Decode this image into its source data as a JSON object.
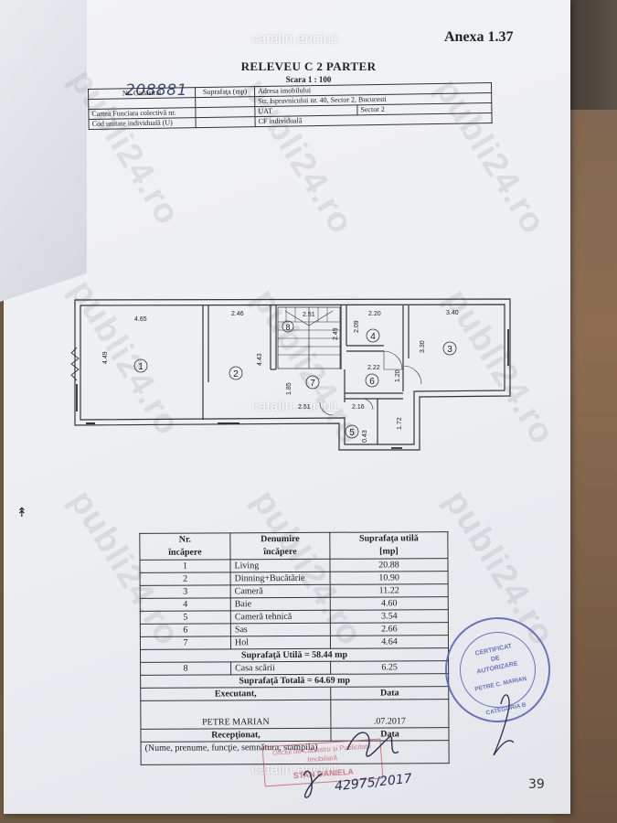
{
  "header": {
    "anexa": "Anexa 1.37",
    "title": "RELEVEU C 2 PARTER",
    "scale": "Scara 1 : 100",
    "handwritten_number": "208881"
  },
  "watermarks": {
    "user": "catalin.enciu1",
    "site": "publi24.ro"
  },
  "cadastral_table": {
    "nr_cadastral": "Nr. Cadastral",
    "suprafata": "Suprafaţa (mp)",
    "adresa_label": "Adresa imobilului",
    "adresa_value": "Str. Ispravnicului nr. 40, Sector 2, Bucuresti",
    "cf_colectiva": "Cartea Funciara colectivă nr.",
    "uat_label": "UAT",
    "uat_value": "Sector 2",
    "cod_unitate": "Cod unitate individuală (U)",
    "cf_individuala": "CF individuală"
  },
  "plan": {
    "dims": {
      "d1": "4.65",
      "d2": "2.46",
      "d3": "2.51",
      "d4": "2.20",
      "d5": "3.40",
      "d6": "4.49",
      "d7": "4.43",
      "d8": "2.49",
      "d9": "2.09",
      "d10": "3.30",
      "d11": "2.22",
      "d12": "1.20",
      "d13": "1.85",
      "d14": "2.51",
      "d15": "2.16",
      "d16": "1.72",
      "d17": "0.43"
    },
    "rooms": [
      "1",
      "2",
      "3",
      "4",
      "5",
      "6",
      "7",
      "8"
    ]
  },
  "rooms_table": {
    "header": {
      "nr": "Nr.",
      "incapere": "încăpere",
      "denumire": "Denumire",
      "denumire2": "încăpere",
      "suprafata": "Suprafaţa utilă",
      "unit": "[mp]"
    },
    "rows": [
      {
        "nr": "1",
        "name": "Living",
        "area": "20.88"
      },
      {
        "nr": "2",
        "name": "Dinning+Bucătărie",
        "area": "10.90"
      },
      {
        "nr": "3",
        "name": "Cameră",
        "area": "11.22"
      },
      {
        "nr": "4",
        "name": "Baie",
        "area": "4.60"
      },
      {
        "nr": "5",
        "name": "Cameră tehnică",
        "area": "3.54"
      },
      {
        "nr": "6",
        "name": "Sas",
        "area": "2.66"
      },
      {
        "nr": "7",
        "name": "Hol",
        "area": "4.64"
      }
    ],
    "suprafata_utila": "Suprafaţă Utilă = 58.44 mp",
    "stair_row": {
      "nr": "8",
      "name": "Casa scării",
      "area": "6.25"
    },
    "suprafata_totala": "Suprafaţă Totală = 64.69 mp",
    "executant": "Executant,",
    "data": "Data",
    "executant_name": "PETRE MARIAN",
    "executant_date": ".07.2017",
    "receptionat": "Recepţionat,",
    "data2": "Data",
    "nume_line": "(Nume, prenume, funcţie, semnătura, stampila)"
  },
  "stamp": {
    "line1": "CERTIFICAT",
    "line2": "DE",
    "line3": "AUTORIZARE",
    "line4": "PETRE C. MARIAN",
    "line5": "CATEGORIA B"
  },
  "stamp2": {
    "line1": "Oficiul de Cadastru și Publicitate Imobiliară",
    "line2": "STAN DANIELA"
  },
  "signature_number": "42975/2017",
  "page_number": "39"
}
